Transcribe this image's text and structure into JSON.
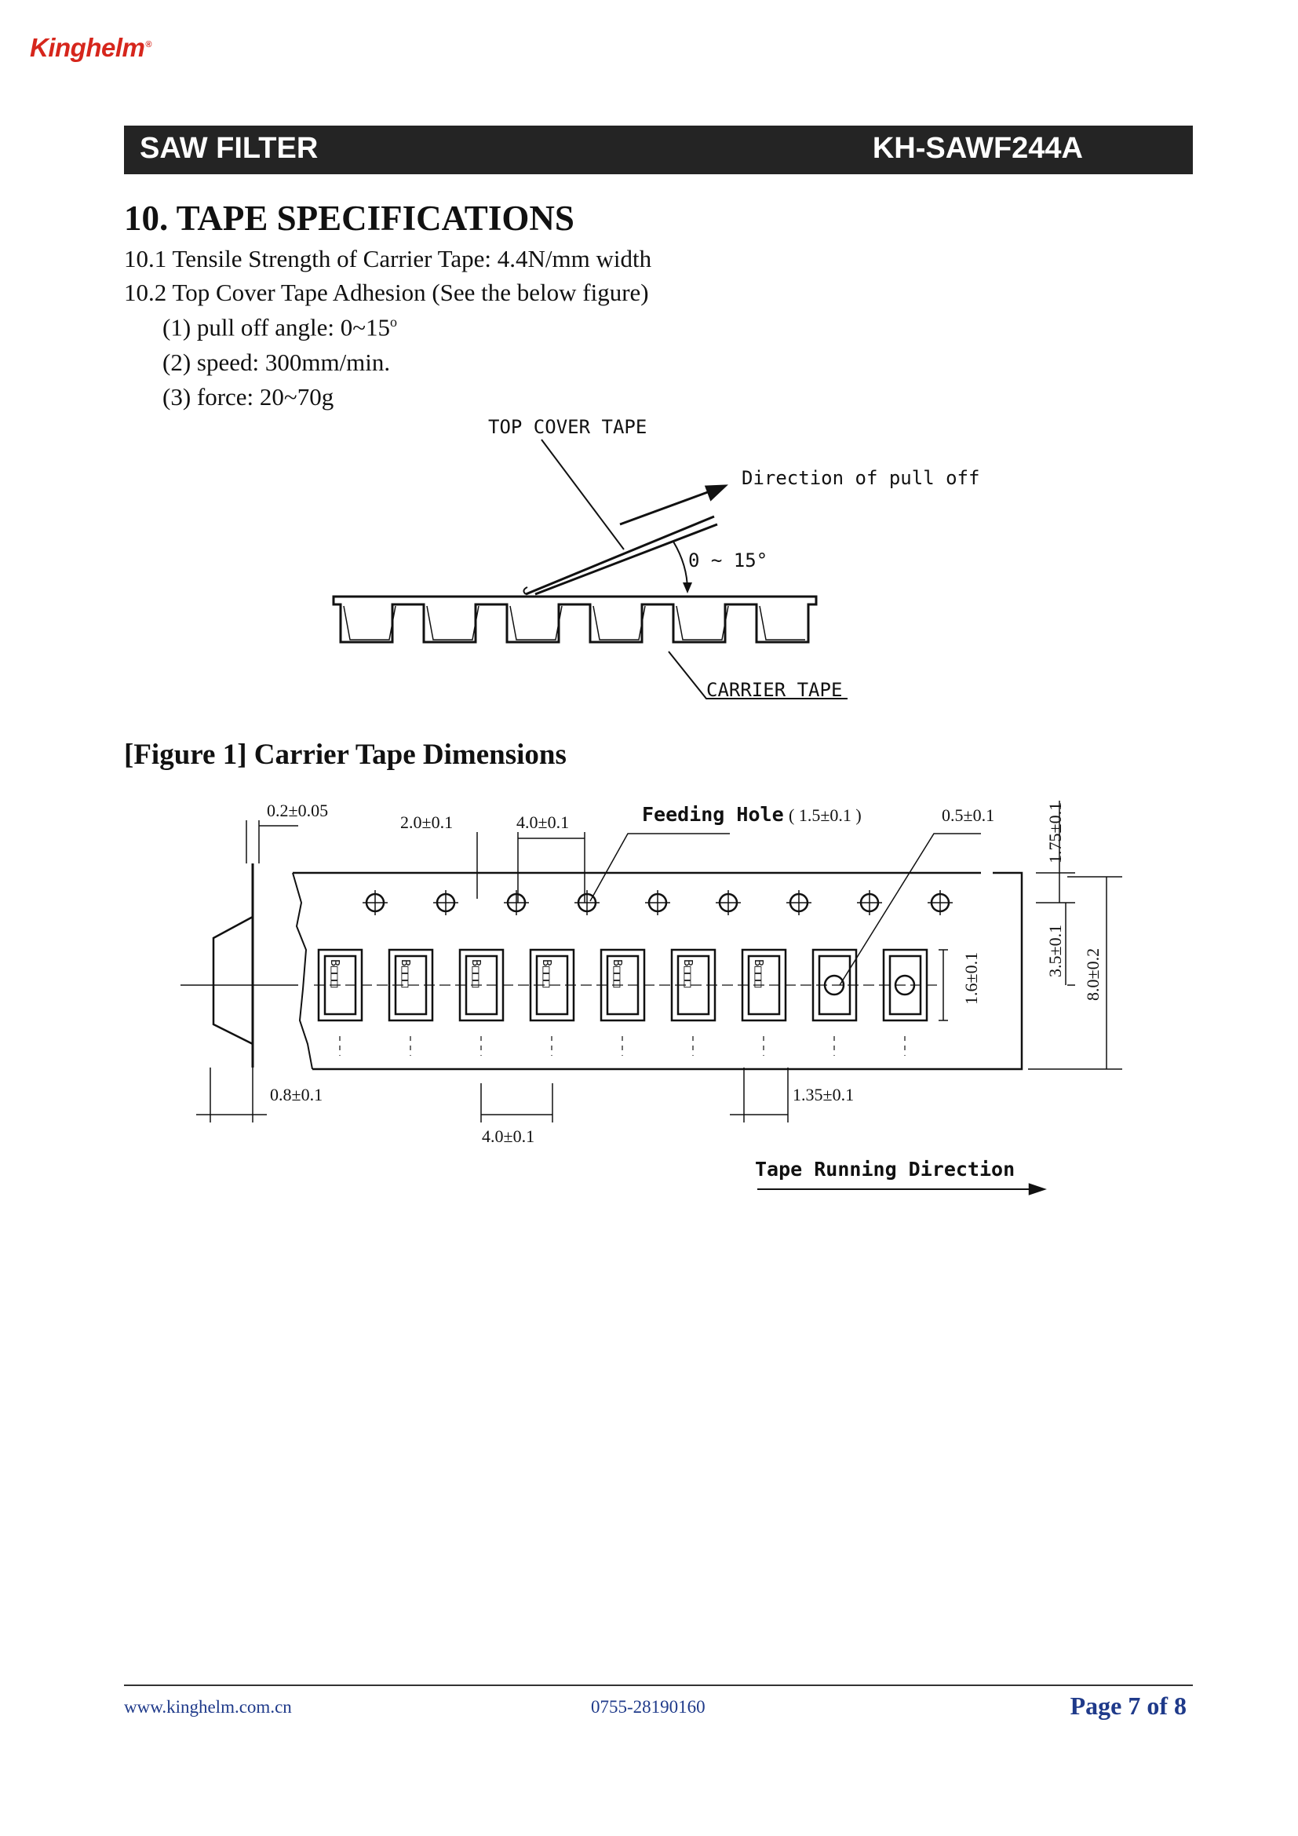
{
  "header": {
    "logo_text": "Kinghelm",
    "logo_mark": "®",
    "brand_color": "#d6261c",
    "product": "SAW FILTER",
    "part_number": "KH-SAWF244A"
  },
  "section": {
    "title": "10. TAPE SPECIFICATIONS",
    "items": [
      "10.1 Tensile Strength of Carrier Tape: 4.4N/mm width",
      "10.2 Top Cover Tape Adhesion (See the below figure)"
    ],
    "sub_items": [
      "(1) pull off angle: 0~15",
      "(2) speed: 300mm/min.",
      "(3) force: 20~70g"
    ],
    "degree_mark": "o"
  },
  "figure_peel": {
    "top_cover_tape": "TOP COVER TAPE",
    "direction": "Direction of pull off",
    "angle": "0 ~ 15°",
    "carrier_tape": "CARRIER TAPE"
  },
  "figure_1": {
    "caption": "[Figure 1] Carrier Tape Dimensions",
    "dim_thickness": "0.2±0.05",
    "dim_hole_offset": "2.0±0.1",
    "dim_hole_pitch": "4.0±0.1",
    "feeding_hole_label": "Feeding Hole",
    "feeding_hole_dim": "( 1.5±0.1 )",
    "dim_center_hole": "0.5±0.1",
    "dim_edge_to_hole": "1.75±0.1",
    "dim_hole_to_pocket": "3.5±0.1",
    "dim_tape_width": "8.0±0.2",
    "dim_pocket_length": "1.6±0.1",
    "dim_pocket_depth": "0.8±0.1",
    "dim_pocket_pitch": "4.0±0.1",
    "dim_pocket_width": "1.35±0.1",
    "running_direction": "Tape Running Direction",
    "component_mark": "B□□□"
  },
  "footer": {
    "website": "www.kinghelm.com.cn",
    "phone": "0755-28190160",
    "page": "Page 7 of 8"
  }
}
